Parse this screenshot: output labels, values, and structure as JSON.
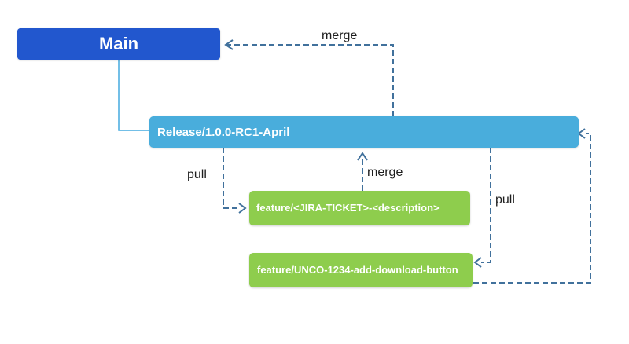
{
  "nodes": {
    "main": {
      "label": "Main",
      "color": "#2257CE"
    },
    "release": {
      "label": "Release/1.0.0-RC1-April",
      "color": "#49ADDC"
    },
    "feature_template": {
      "label": "feature/<JIRA-TICKET>-<description>",
      "color": "#8ECD4D"
    },
    "feature_example": {
      "label": "feature/UNCO-1234-add-download-button",
      "color": "#8ECD4D"
    }
  },
  "edges": {
    "merge_release_to_main": {
      "label": "merge",
      "style": "dashed"
    },
    "pull_release_to_feature_template": {
      "label": "pull",
      "style": "dashed"
    },
    "merge_feature_template_to_release": {
      "label": "merge",
      "style": "dashed"
    },
    "pull_release_to_feature_example": {
      "label": "pull",
      "style": "dashed"
    },
    "merge_feature_example_to_release": {
      "label": "",
      "style": "dashed"
    },
    "branch_main_to_release": {
      "label": "",
      "style": "solid"
    }
  },
  "colors": {
    "dashed_connector": "#41719C",
    "solid_connector": "#45AADF",
    "edge_label_text": "#1e1e1e",
    "node_text": "#ffffff",
    "background": "#ffffff"
  }
}
